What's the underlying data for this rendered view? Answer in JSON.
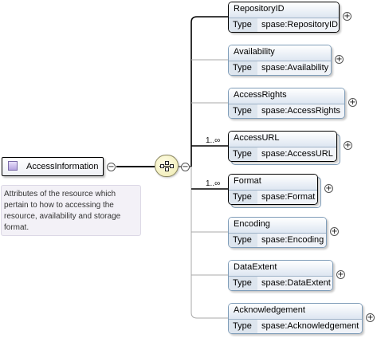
{
  "root": {
    "name": "AccessInformation",
    "toggle": "−",
    "annotation_lines": [
      "Attributes of the resource which",
      "pertain to how to accessing the",
      "resource, availability and storage",
      "format."
    ]
  },
  "compositor": {
    "kind": "sequence",
    "toggle": "−"
  },
  "type_label": "Type",
  "expand_symbol": "+",
  "children": [
    {
      "name": "RepositoryID",
      "type": "spase:RepositoryID",
      "required": true,
      "occurs": ""
    },
    {
      "name": "Availability",
      "type": "spase:Availability",
      "required": false,
      "occurs": ""
    },
    {
      "name": "AccessRights",
      "type": "spase:AccessRights",
      "required": false,
      "occurs": ""
    },
    {
      "name": "AccessURL",
      "type": "spase:AccessURL",
      "required": true,
      "occurs": "1..∞"
    },
    {
      "name": "Format",
      "type": "spase:Format",
      "required": true,
      "occurs": "1..∞"
    },
    {
      "name": "Encoding",
      "type": "spase:Encoding",
      "required": false,
      "occurs": ""
    },
    {
      "name": "DataExtent",
      "type": "spase:DataExtent",
      "required": false,
      "occurs": ""
    },
    {
      "name": "Acknowledgement",
      "type": "spase:Acknowledgement",
      "required": false,
      "occurs": ""
    }
  ],
  "colors": {
    "required_line": "#000000",
    "optional_line": "#a8a8a8",
    "card_border": "#7f9db9",
    "card_header": "#dde6f1",
    "note_bg": "#f3f1f7",
    "compositor_fill": "#eeeab0"
  }
}
